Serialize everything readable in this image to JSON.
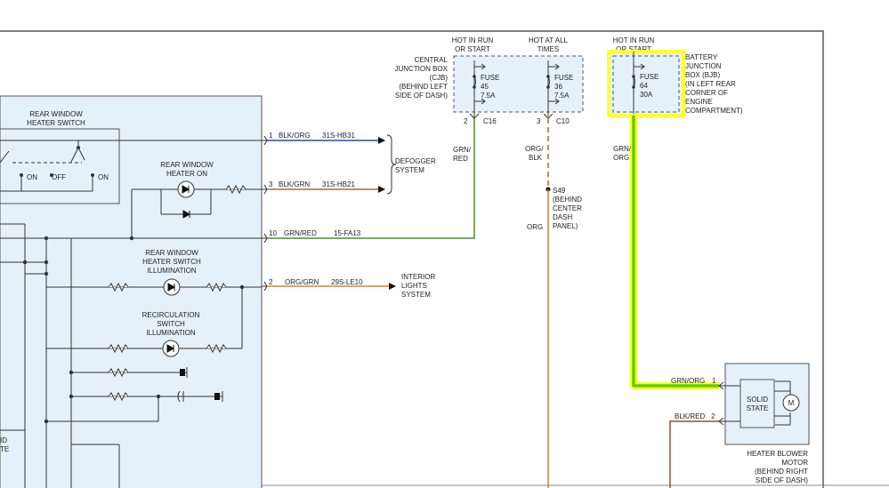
{
  "module": {
    "switch_title": [
      "REAR WINDOW",
      "HEATER SWITCH"
    ],
    "on_left": "ON",
    "off": "OFF",
    "on_right": "ON",
    "heater_on": [
      "REAR WINDOW",
      "HEATER ON"
    ],
    "illum1": [
      "REAR WINDOW",
      "HEATER SWITCH",
      "ILLUMINATION"
    ],
    "illum2": [
      "RECIRCULATION",
      "SWITCH",
      "ILLUMINATION"
    ],
    "solid_state_fragment": [
      "ID",
      "TE"
    ]
  },
  "circuits": [
    {
      "pin": "1",
      "color": "BLK/ORG",
      "circuit": "31S-HB31"
    },
    {
      "pin": "3",
      "color": "BLK/GRN",
      "circuit": "31S-HB21"
    },
    {
      "pin": "10",
      "color": "GRN/RED",
      "circuit": "15-FA13"
    },
    {
      "pin": "2",
      "color": "ORG/GRN",
      "circuit": "29S-LE10"
    }
  ],
  "defogger": [
    "DEFOGGER",
    "SYSTEM"
  ],
  "interior": [
    "INTERIOR",
    "LIGHTS",
    "SYSTEM"
  ],
  "cjb": {
    "hot_run": [
      "HOT IN RUN",
      "OR START"
    ],
    "hot_all": [
      "HOT AT ALL",
      "TIMES"
    ],
    "label": [
      "CENTRAL",
      "JUNCTION BOX",
      "(CJB)",
      "(BEHIND LEFT",
      "SIDE OF DASH)"
    ],
    "fuse45": [
      "FUSE",
      "45",
      "7.5A"
    ],
    "fuse36": [
      "FUSE",
      "36",
      "7.5A"
    ],
    "pin_c16": "2",
    "conn_c16": "C16",
    "pin_c10": "3",
    "conn_c10": "C10"
  },
  "wire_grn_red": [
    "GRN/",
    "RED"
  ],
  "wire_org_blk": [
    "ORG/",
    "BLK"
  ],
  "splice": [
    "S49",
    "(BEHIND",
    "CENTER",
    "DASH",
    "PANEL)"
  ],
  "org_label": "ORG",
  "bjb": {
    "hot_run": [
      "HOT IN RUN",
      "OR START"
    ],
    "fuse64": [
      "FUSE",
      "64",
      "30A"
    ],
    "label": [
      "BATTERY",
      "JUNCTION",
      "BOX (BJB)",
      "(IN LEFT REAR",
      "CORNER OF",
      "ENGINE",
      "COMPARTMENT)"
    ]
  },
  "wire_grn_org": [
    "GRN/",
    "ORG"
  ],
  "motor": {
    "pin1_label": "GRN/ORG",
    "pin1": "1",
    "pin2_label": "BLK/RED",
    "pin2": "2",
    "solid": [
      "SOLID",
      "STATE"
    ],
    "m": "M",
    "label": [
      "HEATER BLOWER",
      "MOTOR",
      "(BEHIND RIGHT",
      "SIDE OF DASH)"
    ]
  },
  "colors": {
    "panel": "#e4f1fb",
    "highlight_yellow": "#ffff33",
    "highlight_green": "#66cc00",
    "wire_blue": "#3344aa",
    "wire_green": "#558833",
    "wire_orange": "#cc8833",
    "wire_brown": "#8a5533"
  }
}
